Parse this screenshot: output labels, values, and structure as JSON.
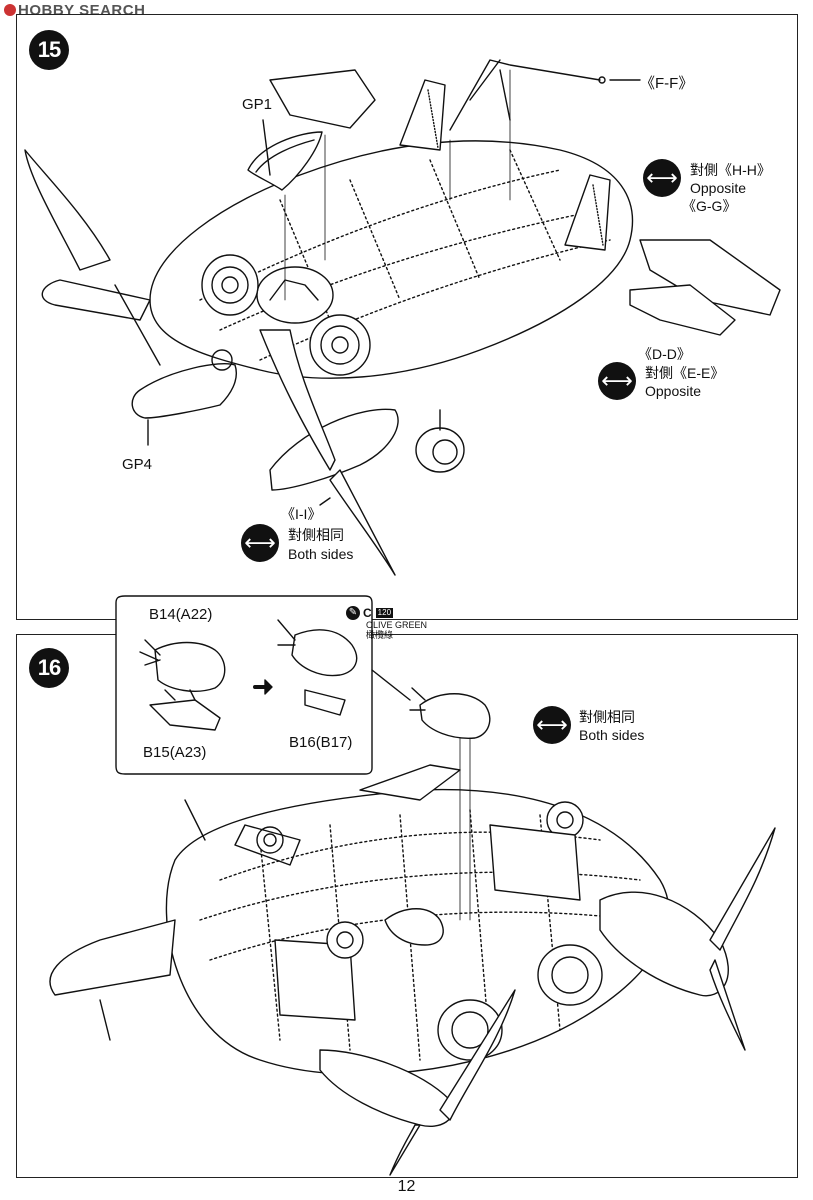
{
  "watermark": {
    "text": "HOBBY SEARCH"
  },
  "page_number": "12",
  "step15": {
    "number": "15",
    "labels": {
      "gp1": "GP1",
      "gp4": "GP4",
      "ff": "《F-F》",
      "hh_side": "對側《H-H》",
      "hh_opposite": "Opposite",
      "gg": "《G-G》",
      "dd": "《D-D》",
      "ee_side": "對側《E-E》",
      "ee_opposite": "Opposite",
      "ii": "《I-I》",
      "ii_same": "對側相同",
      "ii_both": "Both sides"
    }
  },
  "step16": {
    "number": "16",
    "paint": {
      "code": "C",
      "number": "120",
      "name_en": "OLIVE GREEN",
      "name_cn": "橄欖綠"
    },
    "labels": {
      "b14": "B14(A22)",
      "b15": "B15(A23)",
      "b16": "B16(B17)",
      "same": "對側相同",
      "both": "Both sides"
    }
  },
  "icons": [
    "double-arrow-icon",
    "paint-brush-icon"
  ]
}
